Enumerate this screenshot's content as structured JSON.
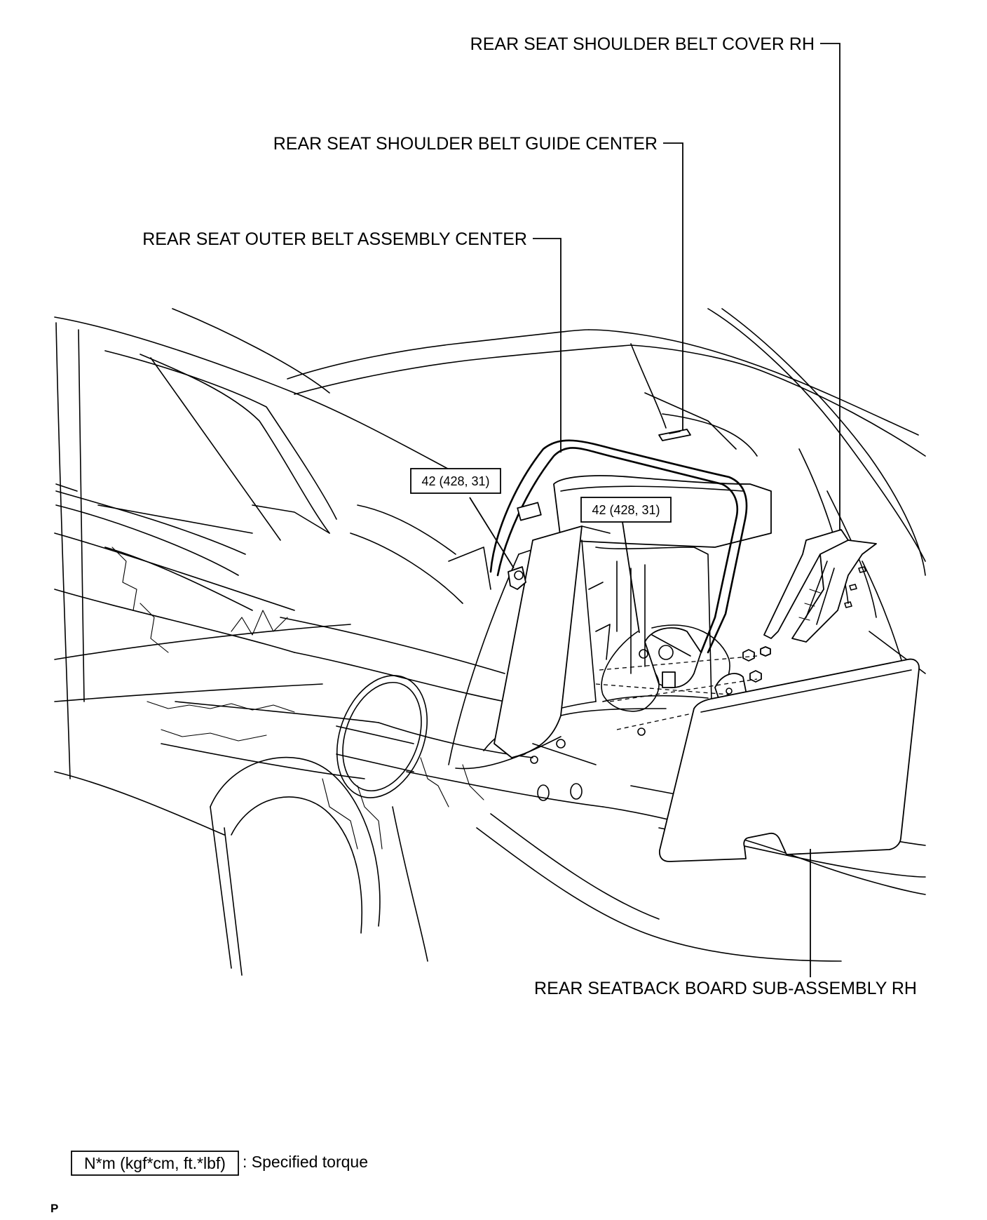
{
  "callouts": {
    "shoulder_belt_cover_rh": "REAR SEAT SHOULDER BELT COVER RH",
    "shoulder_belt_guide_center": "REAR SEAT SHOULDER BELT GUIDE CENTER",
    "outer_belt_assembly_center": "REAR SEAT OUTER BELT ASSEMBLY CENTER",
    "seatback_board_rh": "REAR SEATBACK BOARD SUB-ASSEMBLY RH"
  },
  "torque_labels": {
    "left": "42 (428, 31)",
    "right": "42 (428, 31)"
  },
  "legend": {
    "unit_box": "N*m (kgf*cm, ft.*lbf)",
    "description": ": Specified torque"
  },
  "corner_mark": "P"
}
